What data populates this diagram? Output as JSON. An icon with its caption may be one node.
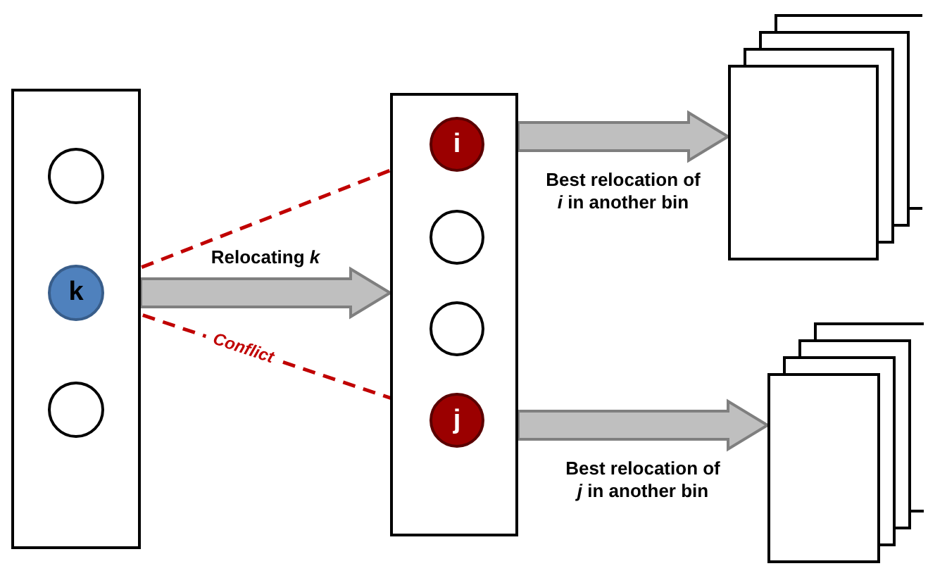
{
  "diagram": {
    "nodes": [
      {
        "text": [],
        "shape": "box"
      },
      {
        "text": [],
        "shape": "circle",
        "in": 0
      },
      {
        "text": [
          "k"
        ],
        "in": 0
      },
      {
        "text": [],
        "shape": "circle",
        "in": 0
      },
      {
        "text": [],
        "shape": "box"
      },
      {
        "text": [
          "i"
        ],
        "in": 4
      },
      {
        "text": [],
        "shape": "circle",
        "in": 4
      },
      {
        "text": [],
        "shape": "circle",
        "in": 4
      },
      {
        "text": [
          "j"
        ],
        "in": 4
      },
      {
        "text": [],
        "shape": "box"
      },
      {
        "text": [],
        "shape": "box"
      }
    ],
    "edges": [
      {
        "from": 2,
        "to": 5,
        "arrow": "none",
        "style": "dashed",
        "color": "#c00000"
      },
      {
        "from": 2,
        "to": 8,
        "arrow": "none",
        "label": "Conflict",
        "style": "dashed",
        "color": "#c00000"
      },
      {
        "from": 0,
        "to": 4,
        "arrow": "to",
        "label": "Relocating *k*",
        "style": "thick"
      },
      {
        "from": 4,
        "to": 9,
        "arrow": "to",
        "label": "Best relocation of *i* in another bin",
        "style": "thick"
      },
      {
        "from": 4,
        "to": 10,
        "arrow": "to",
        "label": "Best relocation of *j* in another bin",
        "style": "thick"
      }
    ]
  }
}
